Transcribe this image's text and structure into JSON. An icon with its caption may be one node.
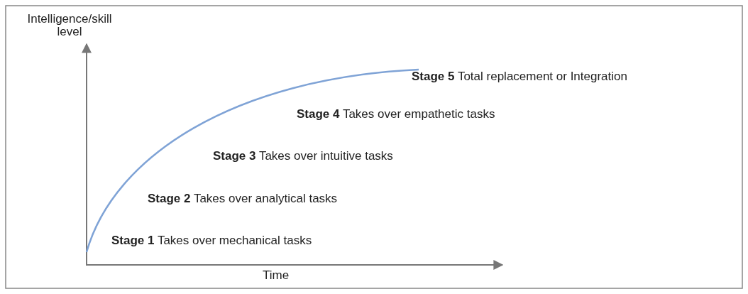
{
  "diagram": {
    "labels": [
      "Intelligence/skill level",
      "**Stage 5** Total replacement or Integration",
      "**Stage 4** Takes over empathetic tasks",
      "**Stage 3** Takes over intuitive tasks",
      "**Stage 2** Takes over analytical tasks",
      "**Stage 1** Takes over mechanical tasks",
      "Time"
    ]
  }
}
